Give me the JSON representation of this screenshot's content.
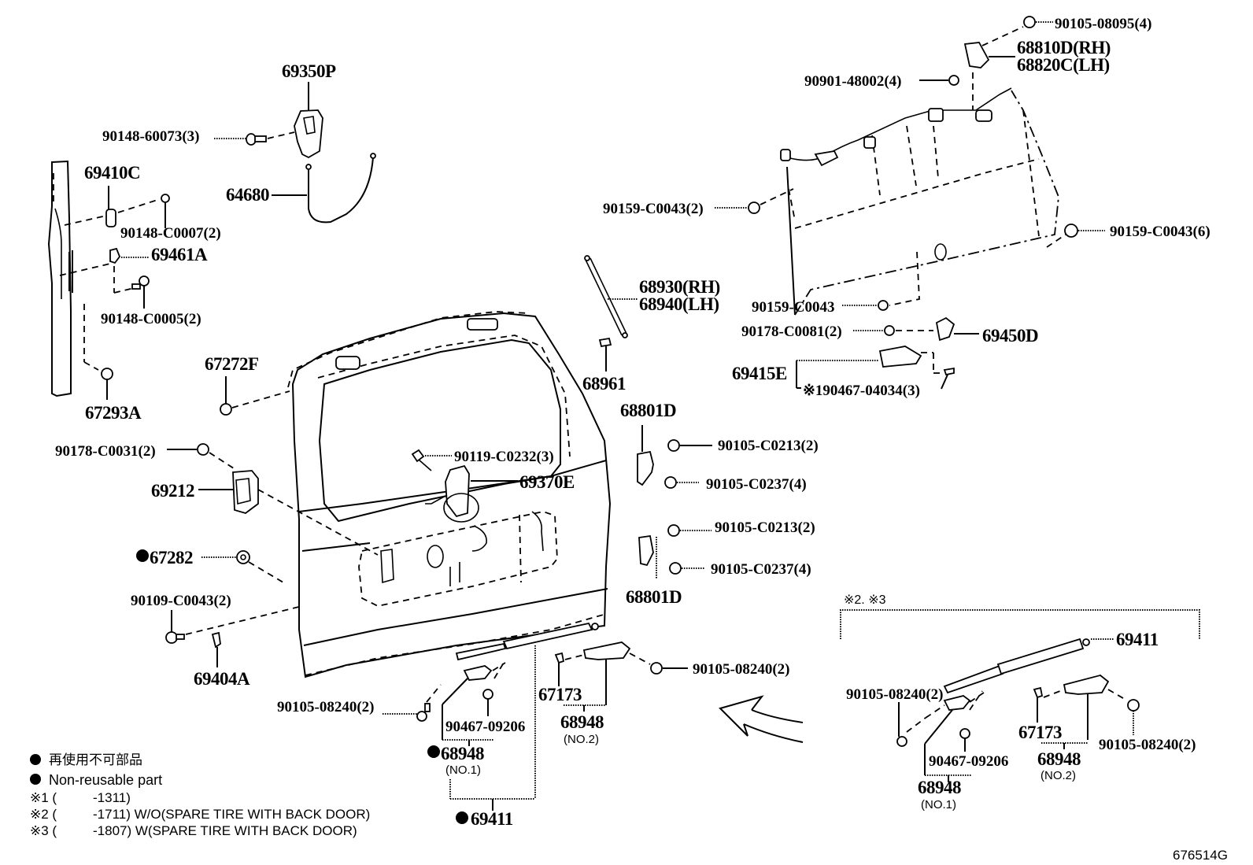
{
  "diagram_id": "676514G",
  "colors": {
    "ink": "#000000",
    "background": "#ffffff"
  },
  "parts": {
    "p69350P": "69350P",
    "p90148_60073": "90148-60073(3)",
    "p69410C": "69410C",
    "p90148_C0007": "90148-C0007(2)",
    "p64680": "64680",
    "p69461A": "69461A",
    "p90148_C0005": "90148-C0005(2)",
    "p67293A": "67293A",
    "p67272F": "67272F",
    "p90178_C0031": "90178-C0031(2)",
    "p69212": "69212",
    "p67282": "67282",
    "p90109_C0043": "90109-C0043(2)",
    "p69404A": "69404A",
    "p90105_08240_left": "90105-08240(2)",
    "p90467_09206_left": "90467-09206",
    "p68948_no1_left": "68948",
    "p68948_no1_left_sub": "(NO.1)",
    "p69411_left": "69411",
    "p67173_mid": "67173",
    "p68948_no2_mid": "68948",
    "p68948_no2_mid_sub": "(NO.2)",
    "p90105_08240_mid": "90105-08240(2)",
    "p90119_C0232": "90119-C0232(3)",
    "p69370E": "69370E",
    "p68930": "68930(RH)",
    "p68940": "68940(LH)",
    "p68961": "68961",
    "p68801D_top": "68801D",
    "p90105_C0213_a": "90105-C0213(2)",
    "p90105_C0237_a": "90105-C0237(4)",
    "p90105_C0213_b": "90105-C0213(2)",
    "p90105_C0237_b": "90105-C0237(4)",
    "p68801D_bottom": "68801D",
    "p90105_08095": "90105-08095(4)",
    "p68810D": "68810D(RH)",
    "p68820C": "68820C(LH)",
    "p90901_48002": "90901-48002(4)",
    "p90159_C0043_2": "90159-C0043(2)",
    "p90159_C0043_6": "90159-C0043(6)",
    "p90159_C0043": "90159-C0043",
    "p90178_C0081": "90178-C0081(2)",
    "p69450D": "69450D",
    "p69415E": "69415E",
    "p90467_04034": "※190467-04034(3)"
  },
  "inset": {
    "header": "※2. ※3",
    "p69411": "69411",
    "p90105_08240_left": "90105-08240(2)",
    "p90467_09206": "90467-09206",
    "p68948_no1": "68948",
    "p68948_no1_sub": "(NO.1)",
    "p67173": "67173",
    "p68948_no2": "68948",
    "p68948_no2_sub": "(NO.2)",
    "p90105_08240_right": "90105-08240(2)"
  },
  "legend": {
    "non_reusable_jp": "再使用不可部品",
    "non_reusable_en": "Non-reusable part",
    "note1_mark": "※1 (",
    "note1_text": "-1311)",
    "note2_mark": "※2 (",
    "note2_text": "-1711) W/O(SPARE TIRE WITH BACK DOOR)",
    "note3_mark": "※3 (",
    "note3_text": "-1807) W(SPARE TIRE WITH BACK DOOR)"
  }
}
